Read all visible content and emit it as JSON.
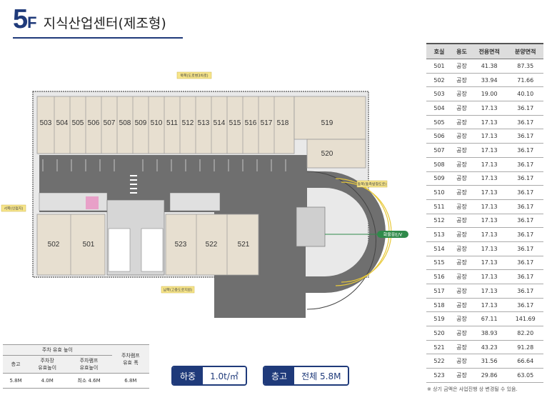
{
  "title": {
    "floor": "5",
    "floor_suffix": "F",
    "name": "지식산업센터(제조형)"
  },
  "plan": {
    "top_units": [
      "503",
      "504",
      "505",
      "506",
      "507",
      "508",
      "509",
      "510",
      "511",
      "512",
      "513",
      "514",
      "515",
      "516",
      "517",
      "518",
      "519"
    ],
    "unit_520": "520",
    "bottom_units": [
      "502",
      "501",
      "523",
      "522",
      "521"
    ],
    "tags": {
      "north": "북쪽(도로변3차로)",
      "west": "서쪽(인접지)",
      "east": "동쪽(동측방향도로)",
      "south": "남쪽(고층도로지원)",
      "elevator": "화물용E/V"
    }
  },
  "parking": {
    "header_group": "주차 유효 높이",
    "cols": [
      "층고",
      "주차장\n유효높이",
      "주차램프\n유효높이",
      "주차램프\n유효 폭"
    ],
    "values": [
      "5.8M",
      "4.0M",
      "최소 4.6M",
      "6.8M"
    ]
  },
  "badges": [
    {
      "key": "하중",
      "value": "1.0t/㎡"
    },
    {
      "key": "층고",
      "value": "전체 5.8M"
    }
  ],
  "units_table": {
    "headers": [
      "호실",
      "용도",
      "전용면적",
      "분양면적"
    ],
    "rows": [
      [
        "501",
        "공장",
        "41.38",
        "87.35"
      ],
      [
        "502",
        "공장",
        "33.94",
        "71.66"
      ],
      [
        "503",
        "공장",
        "19.00",
        "40.10"
      ],
      [
        "504",
        "공장",
        "17.13",
        "36.17"
      ],
      [
        "505",
        "공장",
        "17.13",
        "36.17"
      ],
      [
        "506",
        "공장",
        "17.13",
        "36.17"
      ],
      [
        "507",
        "공장",
        "17.13",
        "36.17"
      ],
      [
        "508",
        "공장",
        "17.13",
        "36.17"
      ],
      [
        "509",
        "공장",
        "17.13",
        "36.17"
      ],
      [
        "510",
        "공장",
        "17.13",
        "36.17"
      ],
      [
        "511",
        "공장",
        "17.13",
        "36.17"
      ],
      [
        "512",
        "공장",
        "17.13",
        "36.17"
      ],
      [
        "513",
        "공장",
        "17.13",
        "36.17"
      ],
      [
        "514",
        "공장",
        "17.13",
        "36.17"
      ],
      [
        "515",
        "공장",
        "17.13",
        "36.17"
      ],
      [
        "516",
        "공장",
        "17.13",
        "36.17"
      ],
      [
        "517",
        "공장",
        "17.13",
        "36.17"
      ],
      [
        "518",
        "공장",
        "17.13",
        "36.17"
      ],
      [
        "519",
        "공장",
        "67.11",
        "141.69"
      ],
      [
        "520",
        "공장",
        "38.93",
        "82.20"
      ],
      [
        "521",
        "공장",
        "43.23",
        "91.28"
      ],
      [
        "522",
        "공장",
        "31.56",
        "66.64"
      ],
      [
        "523",
        "공장",
        "29.86",
        "63.05"
      ]
    ],
    "note": "※ 상기 금액은 사업진행 상 변경될 수 있음."
  }
}
